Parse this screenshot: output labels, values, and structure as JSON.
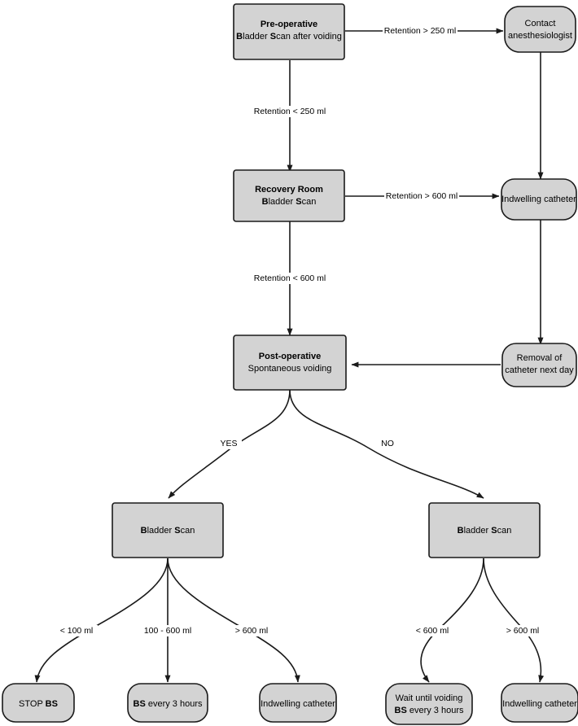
{
  "diagram": {
    "title": "Bladder Scan perioperative protocol flowchart",
    "type": "flowchart",
    "colors": {
      "node_fill": "#d3d3d3",
      "node_stroke": "#1a1a1a",
      "edge_stroke": "#1a1a1a",
      "background": "#ffffff",
      "text": "#000000"
    },
    "nodes": [
      {
        "id": "pre-operative",
        "shape": "rectangle",
        "lines": [
          {
            "text": "Pre-operative",
            "bold": true
          },
          {
            "text": "Bladder Scan after voiding",
            "bold": false,
            "bold_initials": "BS"
          }
        ]
      },
      {
        "id": "contact-anesthesiologist",
        "shape": "rounded",
        "lines": [
          {
            "text": "Contact",
            "bold": false
          },
          {
            "text": "anesthesiologist",
            "bold": false
          }
        ]
      },
      {
        "id": "recovery-room",
        "shape": "rectangle",
        "lines": [
          {
            "text": "Recovery Room",
            "bold": true
          },
          {
            "text": "Bladder Scan",
            "bold": false,
            "bold_initials": "BS"
          }
        ]
      },
      {
        "id": "indwelling-catheter-top",
        "shape": "rounded",
        "lines": [
          {
            "text": "Indwelling catheter",
            "bold": false
          }
        ]
      },
      {
        "id": "post-operative",
        "shape": "rectangle",
        "lines": [
          {
            "text": "Post-operative",
            "bold": true
          },
          {
            "text": "Spontaneous voiding",
            "bold": false
          }
        ]
      },
      {
        "id": "removal-of-catheter",
        "shape": "rounded",
        "lines": [
          {
            "text": "Removal of",
            "bold": false
          },
          {
            "text": "catheter next day",
            "bold": false
          }
        ]
      },
      {
        "id": "bladder-scan-yes",
        "shape": "rectangle",
        "lines": [
          {
            "text": "Bladder Scan",
            "bold": false,
            "bold_initials": "BS"
          }
        ]
      },
      {
        "id": "bladder-scan-no",
        "shape": "rectangle",
        "lines": [
          {
            "text": "Bladder Scan",
            "bold": false,
            "bold_initials": "BS"
          }
        ]
      },
      {
        "id": "stop-bs",
        "shape": "rounded",
        "lines": [
          {
            "text": "STOP BS",
            "bold": false,
            "bold_suffix": "BS"
          }
        ]
      },
      {
        "id": "bs-every-3-hours",
        "shape": "rounded",
        "lines": [
          {
            "text": "BS every 3 hours",
            "bold": false,
            "bold_prefix": "BS"
          }
        ]
      },
      {
        "id": "indwelling-catheter-mid",
        "shape": "rounded",
        "lines": [
          {
            "text": "Indwelling catheter",
            "bold": false
          }
        ]
      },
      {
        "id": "wait-until-voiding",
        "shape": "rounded",
        "lines": [
          {
            "text": "Wait until voiding",
            "bold": false
          },
          {
            "text": "BS every 3 hours",
            "bold": false,
            "bold_prefix": "BS"
          }
        ]
      },
      {
        "id": "indwelling-catheter-right",
        "shape": "rounded",
        "lines": [
          {
            "text": "Indwelling catheter",
            "bold": false
          }
        ]
      }
    ],
    "edges": [
      {
        "id": "pre-to-contact",
        "from": "pre-operative",
        "to": "contact-anesthesiologist",
        "label": "Retention > 250 ml"
      },
      {
        "id": "pre-to-recovery",
        "from": "pre-operative",
        "to": "recovery-room",
        "label": "Retention < 250 ml"
      },
      {
        "id": "contact-to-indwelling",
        "from": "contact-anesthesiologist",
        "to": "indwelling-catheter-top",
        "label": ""
      },
      {
        "id": "recovery-to-indwelling",
        "from": "recovery-room",
        "to": "indwelling-catheter-top",
        "label": "Retention > 600 ml"
      },
      {
        "id": "recovery-to-post",
        "from": "recovery-room",
        "to": "post-operative",
        "label": "Retention < 600 ml"
      },
      {
        "id": "indwelling-to-removal",
        "from": "indwelling-catheter-top",
        "to": "removal-of-catheter",
        "label": ""
      },
      {
        "id": "removal-to-post",
        "from": "removal-of-catheter",
        "to": "post-operative",
        "label": ""
      },
      {
        "id": "post-to-scan-yes",
        "from": "post-operative",
        "to": "bladder-scan-yes",
        "label": "YES"
      },
      {
        "id": "post-to-scan-no",
        "from": "post-operative",
        "to": "bladder-scan-no",
        "label": "NO"
      },
      {
        "id": "scanyes-to-stop",
        "from": "bladder-scan-yes",
        "to": "stop-bs",
        "label": "< 100 ml"
      },
      {
        "id": "scanyes-to-every3",
        "from": "bladder-scan-yes",
        "to": "bs-every-3-hours",
        "label": "100 - 600 ml"
      },
      {
        "id": "scanyes-to-indwelling",
        "from": "bladder-scan-yes",
        "to": "indwelling-catheter-mid",
        "label": "> 600 ml"
      },
      {
        "id": "scanno-to-wait",
        "from": "bladder-scan-no",
        "to": "wait-until-voiding",
        "label": "< 600 ml"
      },
      {
        "id": "scanno-to-indwelling",
        "from": "bladder-scan-no",
        "to": "indwelling-catheter-right",
        "label": "> 600 ml"
      }
    ]
  }
}
